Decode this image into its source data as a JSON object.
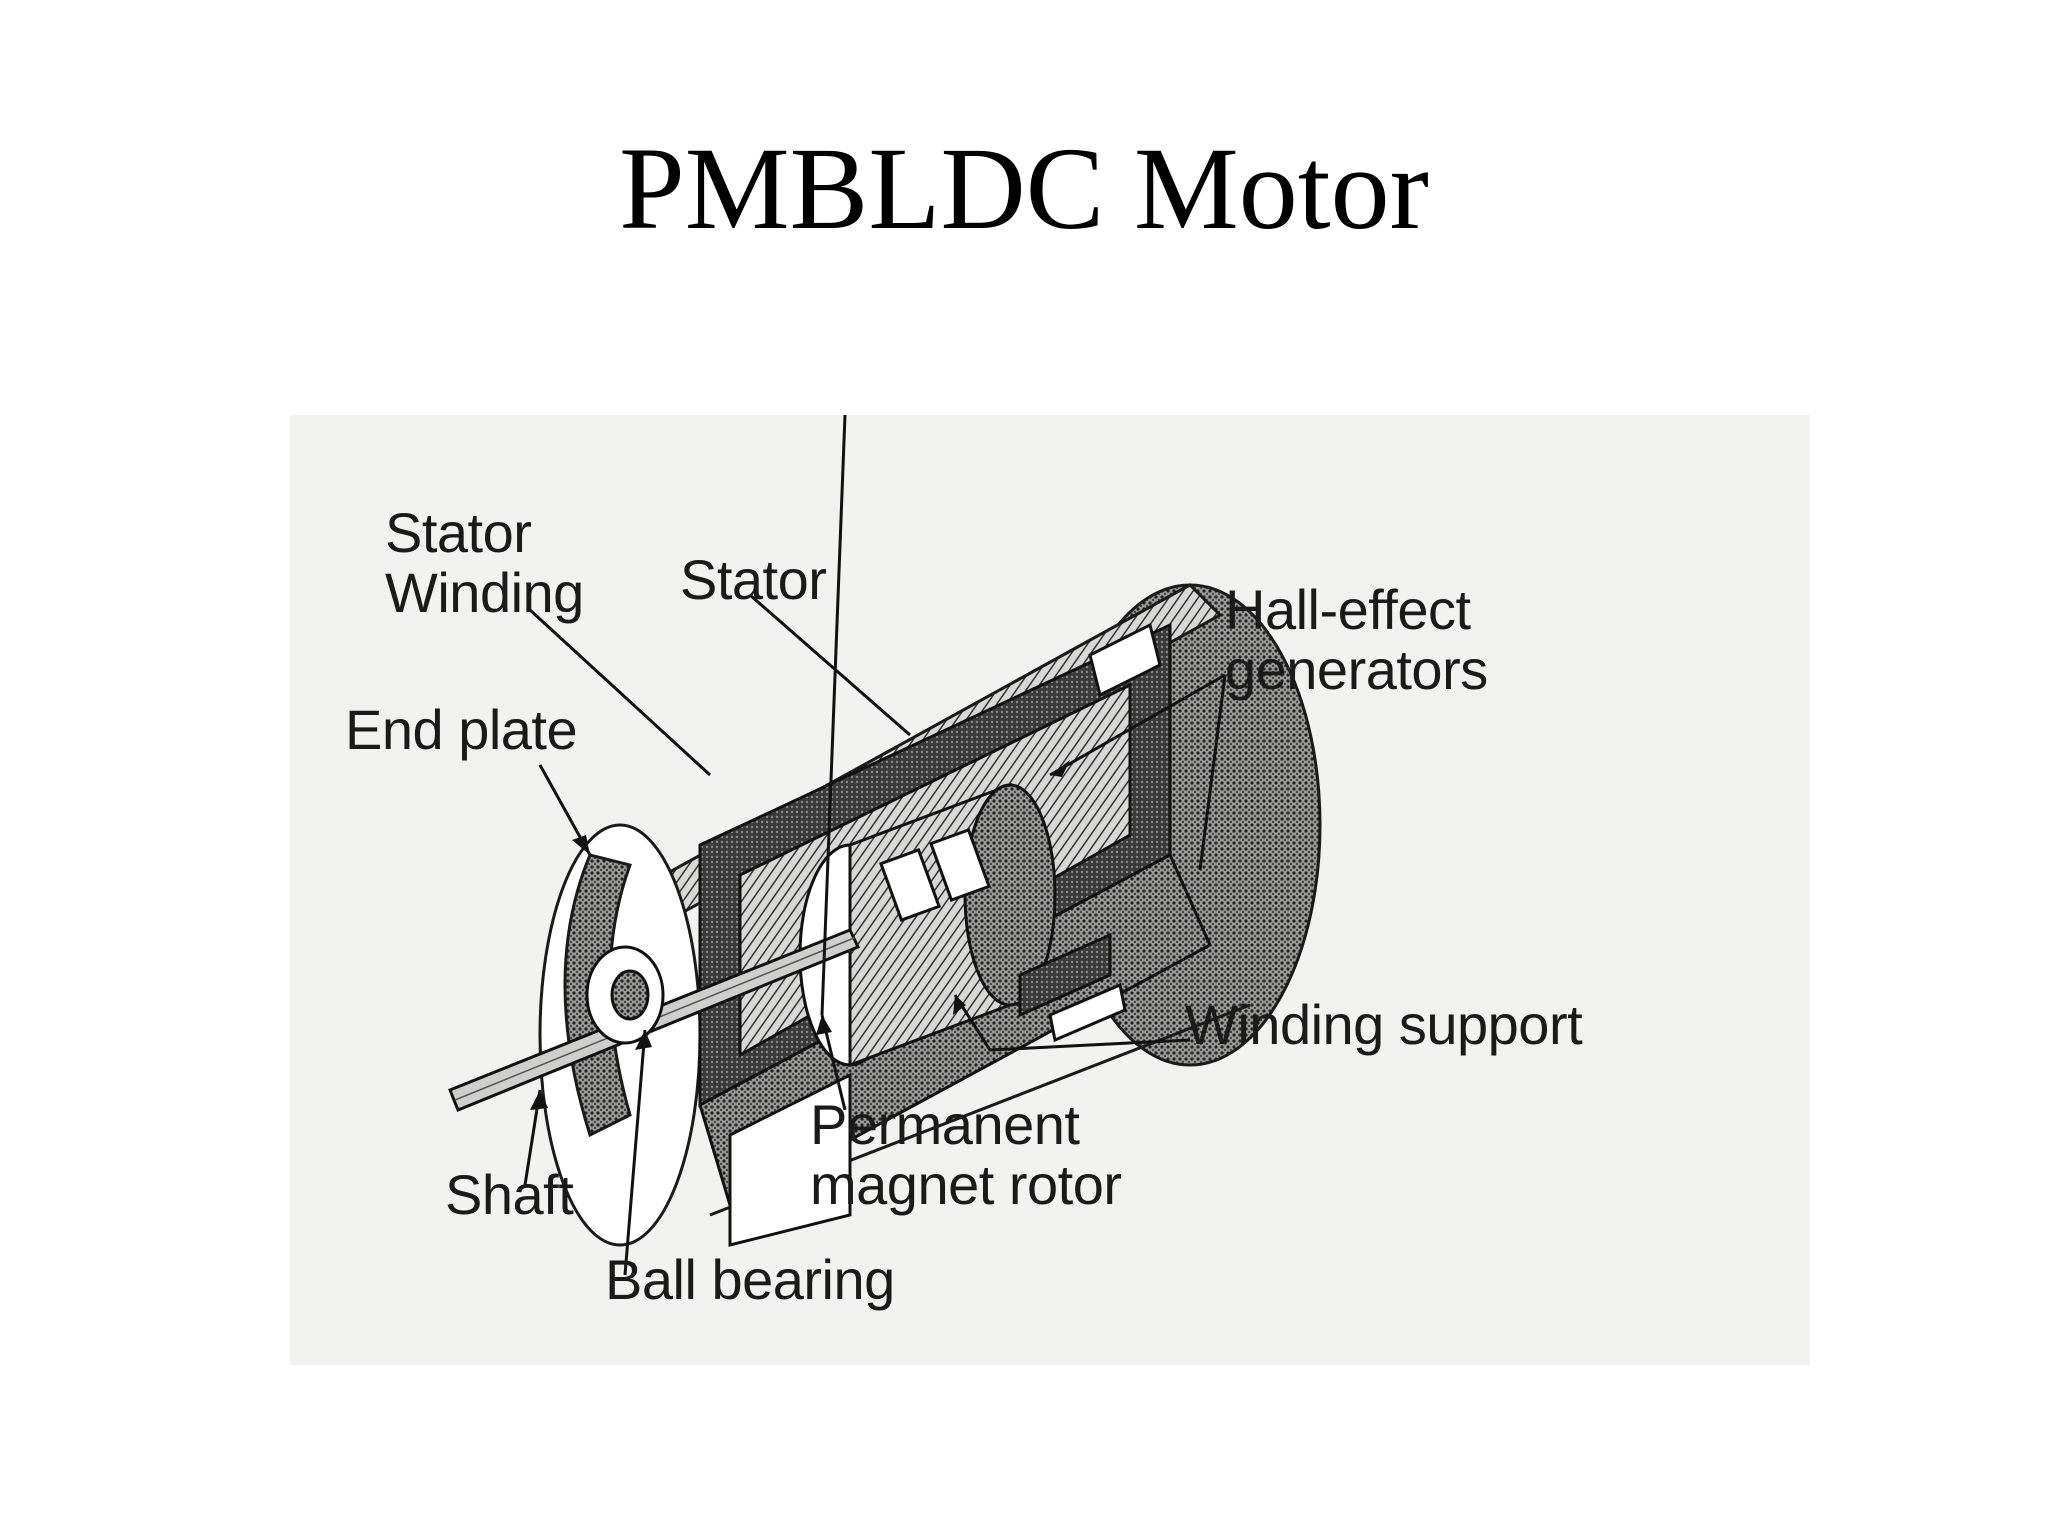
{
  "slide": {
    "title": "PMBLDC Motor"
  },
  "diagram": {
    "labels": {
      "stator_winding": [
        "Stator",
        "Winding"
      ],
      "stator": "Stator",
      "end_plate": "End plate",
      "hall_effect": [
        "Hall-effect",
        "generators"
      ],
      "winding_support": "Winding support",
      "permanent_magnet_rotor": [
        "Permanent",
        "magnet rotor"
      ],
      "shaft": "Shaft",
      "ball_bearing": "Ball bearing"
    }
  }
}
